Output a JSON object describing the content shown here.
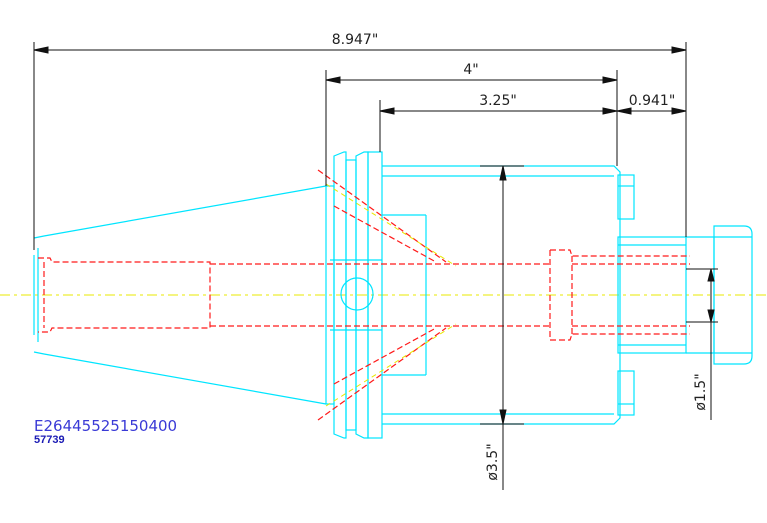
{
  "colors": {
    "outline": "#00e5ff",
    "hidden": "#ff1a1a",
    "centerline": "#e8e800",
    "dimension": "#111111",
    "text_blue": "#3a3ad6"
  },
  "dimensions": {
    "overall_length": "8.947\"",
    "taper_to_end": "4\"",
    "flange_to_end": "3.25\"",
    "projection": "0.941\"",
    "body_diameter": "ø3.5\"",
    "pilot_diameter": "ø1.5\""
  },
  "labels": {
    "part_code": "E26445525150400",
    "part_id": "57739"
  }
}
